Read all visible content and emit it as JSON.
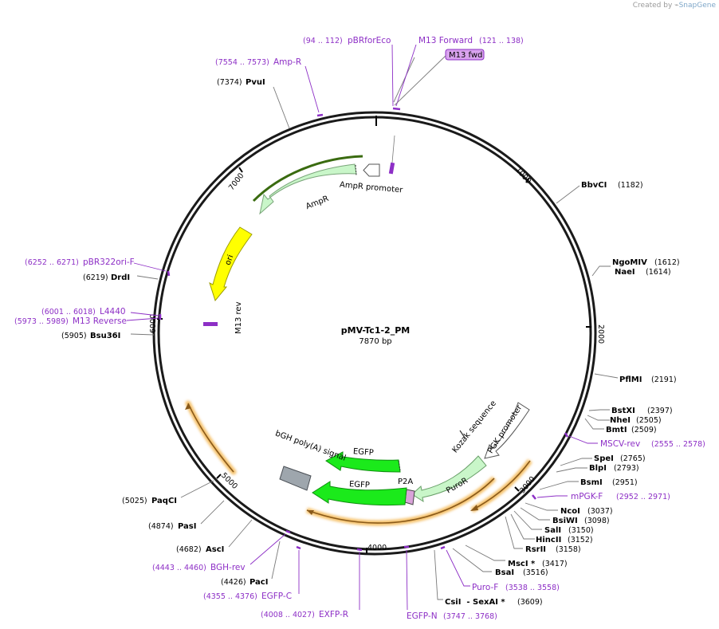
{
  "credit": {
    "prefix": "Created by",
    "brand": "SnapGene"
  },
  "plasmid": {
    "name": "pMV-Tc1-2_PM",
    "length": "7870 bp"
  },
  "ticks": [
    "1000",
    "2000",
    "3000",
    "4000",
    "5000",
    "6000",
    "7000"
  ],
  "enzymes": [
    {
      "name": "PvuI",
      "pos": "(7374)"
    },
    {
      "name": "BbvCI",
      "pos": "(1182)"
    },
    {
      "name": "NgoMIV",
      "pos": "(1612)"
    },
    {
      "name": "NaeI",
      "pos": "(1614)"
    },
    {
      "name": "PflMI",
      "pos": "(2191)"
    },
    {
      "name": "BstXI",
      "pos": "(2397)"
    },
    {
      "name": "NheI",
      "pos": "(2505)"
    },
    {
      "name": "BmtI",
      "pos": "(2509)"
    },
    {
      "name": "SpeI",
      "pos": "(2765)"
    },
    {
      "name": "BlpI",
      "pos": "(2793)"
    },
    {
      "name": "BsmI",
      "pos": "(2951)"
    },
    {
      "name": "NcoI",
      "pos": "(3037)"
    },
    {
      "name": "BsiWI",
      "pos": "(3098)"
    },
    {
      "name": "SalI",
      "pos": "(3150)"
    },
    {
      "name": "HincII",
      "pos": "(3152)"
    },
    {
      "name": "RsrII",
      "pos": "(3158)"
    },
    {
      "name": "MscI *",
      "pos": "(3417)"
    },
    {
      "name": "BsaI",
      "pos": "(3516)"
    },
    {
      "name": "CsiI  - SexAI *",
      "pos": "(3609)"
    },
    {
      "name": "DrdI",
      "pos": "(6219)"
    },
    {
      "name": "Bsu36I",
      "pos": "(5905)"
    },
    {
      "name": "PaqCI",
      "pos": "(5025)"
    },
    {
      "name": "PasI",
      "pos": "(4874)"
    },
    {
      "name": "AscI",
      "pos": "(4682)"
    },
    {
      "name": "PacI",
      "pos": "(4426)"
    }
  ],
  "primers": [
    {
      "name": "pBRforEco",
      "range": "(94 .. 112)"
    },
    {
      "name": "M13 Forward",
      "range": "(121 .. 138)"
    },
    {
      "name": "Amp-R",
      "range": "(7554 .. 7573)"
    },
    {
      "name": "pBR322ori-F",
      "range": "(6252 .. 6271)"
    },
    {
      "name": "L4440",
      "range": "(6001 .. 6018)"
    },
    {
      "name": "M13 Reverse",
      "range": "(5973 .. 5989)"
    },
    {
      "name": "MSCV-rev",
      "range": "(2555 .. 2578)"
    },
    {
      "name": "mPGK-F",
      "range": "(2952 .. 2971)"
    },
    {
      "name": "Puro-F",
      "range": "(3538 .. 3558)"
    },
    {
      "name": "EGFP-N",
      "range": "(3747 .. 3768)"
    },
    {
      "name": "EXFP-R",
      "range": "(4008 .. 4027)"
    },
    {
      "name": "EGFP-C",
      "range": "(4355 .. 4376)"
    },
    {
      "name": "BGH-rev",
      "range": "(4443 .. 4460)"
    }
  ],
  "features": {
    "m13fwd": "M13 fwd",
    "ampr_promoter": "AmpR promoter",
    "ampr": "AmpR",
    "ori": "ori",
    "m13rev": "M13 rev",
    "pgk_promoter": "PGK promoter",
    "kozak": "Kozak sequence",
    "puror": "PuroR",
    "p2a": "P2A",
    "egfp_outer": "EGFP",
    "egfp_inner": "EGFP",
    "bgh": "bGH poly(A) signal"
  },
  "colors": {
    "primer": "#8d2fc6",
    "ampr_fill": "#c9f6c9",
    "ori_fill": "#ffff00",
    "egfp_fill": "#1bea1b",
    "orange_glow": "#f5c16b",
    "bgh_fill": "#9ea6ad",
    "p2a_fill": "#d9a3d9"
  }
}
